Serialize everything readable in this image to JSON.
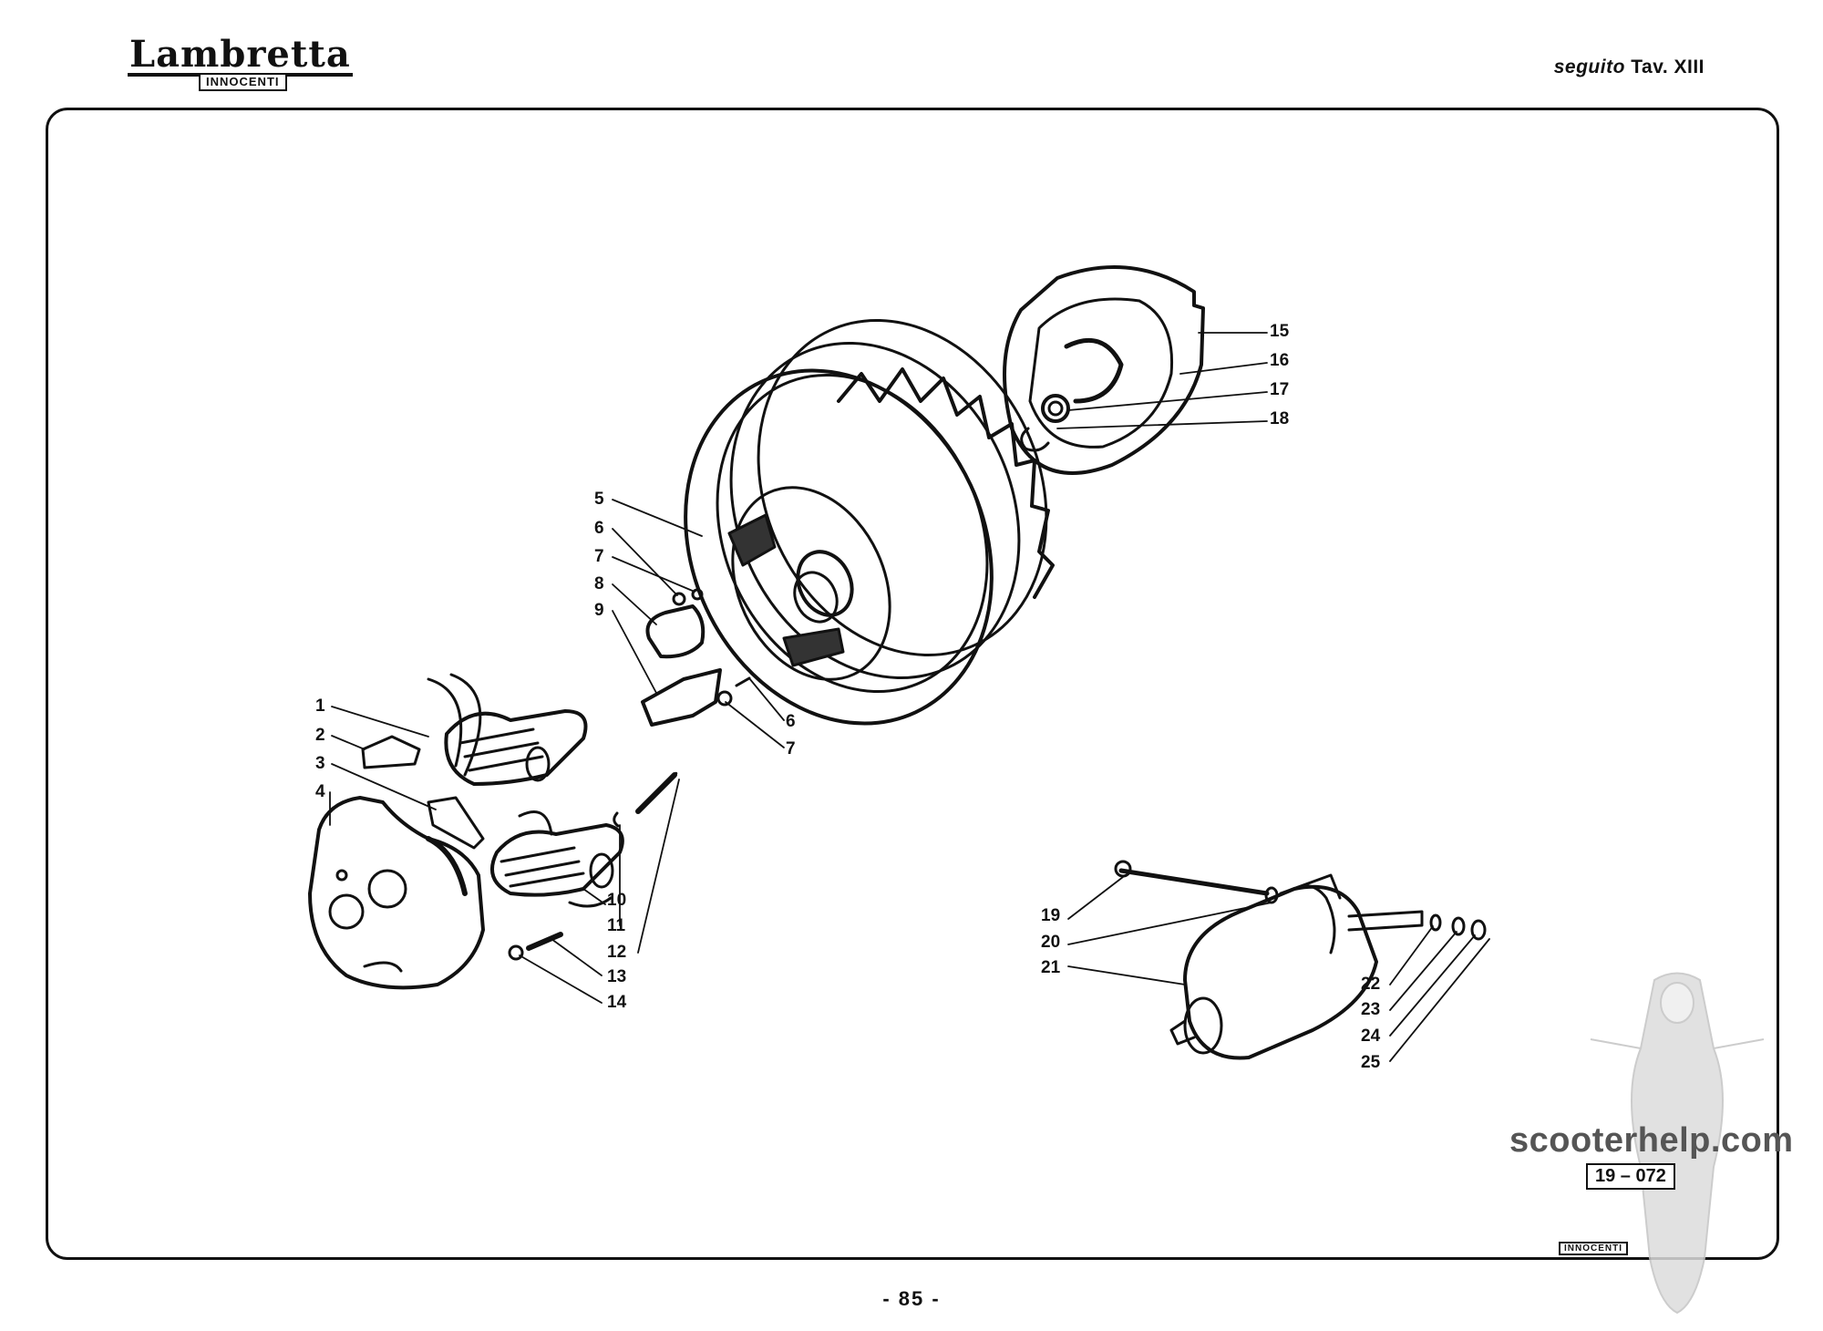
{
  "header": {
    "brand_name": "Lambretta",
    "brand_sub": "INNOCENTI",
    "plate_prefix": "seguito",
    "plate_title": "Tav. XIII"
  },
  "callouts": {
    "c1": "1",
    "c2": "2",
    "c3": "3",
    "c4": "4",
    "c5": "5",
    "c6a": "6",
    "c7a": "7",
    "c8": "8",
    "c9": "9",
    "c6b": "6",
    "c7b": "7",
    "c10": "10",
    "c11": "11",
    "c12": "12",
    "c13": "13",
    "c14": "14",
    "c15": "15",
    "c16": "16",
    "c17": "17",
    "c18": "18",
    "c19": "19",
    "c20": "20",
    "c21": "21",
    "c22": "22",
    "c23": "23",
    "c24": "24",
    "c25": "25"
  },
  "footer": {
    "page_number": "- 85 -",
    "watermark": "scooterhelp.com",
    "ref_code": "19 – 072",
    "corner_logo": "INNOCENTI"
  }
}
